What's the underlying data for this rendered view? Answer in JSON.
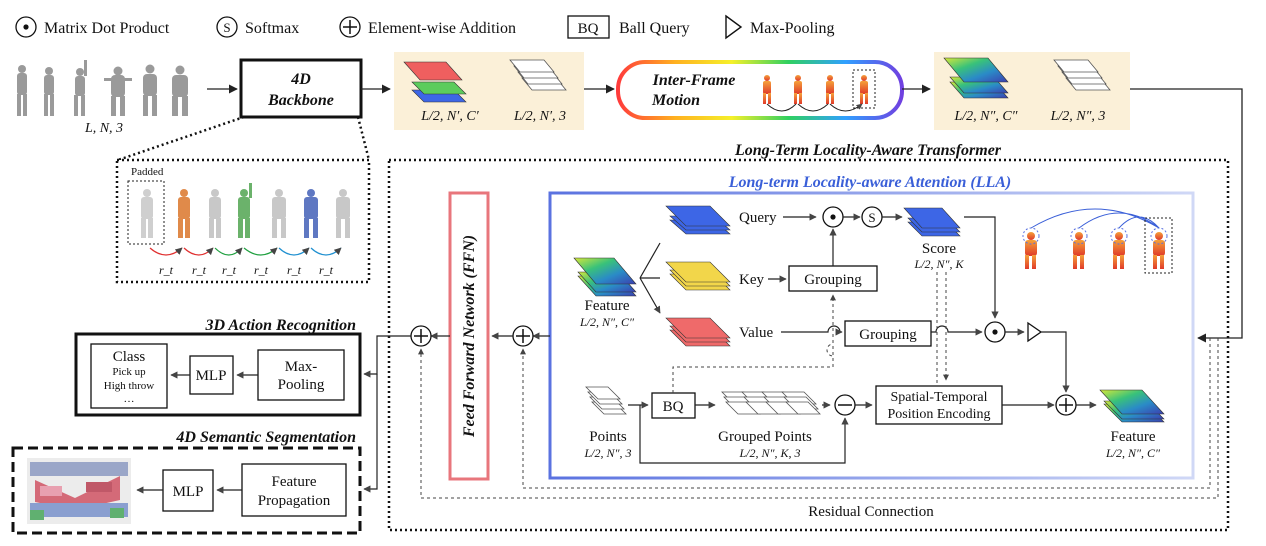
{
  "legend": {
    "dot_product": "Matrix Dot Product",
    "softmax": "Softmax",
    "softmax_symbol": "S",
    "addition": "Element-wise Addition",
    "ball_query": "Ball Query",
    "ball_query_symbol": "BQ",
    "max_pooling": "Max-Pooling"
  },
  "input_dims": "L, N, 3",
  "backbone": {
    "line1": "4D",
    "line2": "Backbone"
  },
  "backbone_out": {
    "features": "L/2, N′, C′",
    "points": "L/2, N′, 3"
  },
  "inter_frame": {
    "line1": "Inter-Frame",
    "line2": "Motion"
  },
  "motion_out": {
    "features": "L/2, N″, C″",
    "points": "L/2, N″, 3"
  },
  "zoom": {
    "padded": "Padded",
    "r_labels": [
      "r_t",
      "r_t",
      "r_t",
      "r_t",
      "r_t",
      "r_t"
    ]
  },
  "transformer_title": "Long-Term Locality-Aware Transformer",
  "lla_title": "Long-term Locality-aware Attention (LLA)",
  "ffn": "Feed Forward Network (FFN)",
  "feature_in": {
    "label": "Feature",
    "dims": "L/2, N″, C″"
  },
  "query": "Query",
  "key": "Key",
  "value": "Value",
  "grouping": "Grouping",
  "score": {
    "label": "Score",
    "dims": "L/2, N″, K"
  },
  "points": {
    "label": "Points",
    "dims": "L/2, N″, 3"
  },
  "bq": "BQ",
  "grouped_points": {
    "label": "Grouped Points",
    "dims": "L/2, N″, K, 3"
  },
  "stpe": {
    "line1": "Spatial-Temporal",
    "line2": "Position Encoding"
  },
  "feature_out": {
    "label": "Feature",
    "dims": "L/2, N″, C″"
  },
  "residual": "Residual Connection",
  "action": {
    "title": "3D Action Recognition",
    "class_title": "Class",
    "class_items": [
      "Pick up",
      "High throw",
      "…"
    ],
    "mlp": "MLP",
    "pool_line1": "Max-",
    "pool_line2": "Pooling"
  },
  "segmentation": {
    "title": "4D Semantic Segmentation",
    "mlp": "MLP",
    "prop_line1": "Feature",
    "prop_line2": "Propagation"
  },
  "colors": {
    "accent_blue": "#3a5fd8",
    "ffn_border": "#e8767c",
    "query": "#3d66e6",
    "key": "#f2d64a",
    "value": "#ef6a6a",
    "backbone_bg": "#fbf0d8"
  }
}
